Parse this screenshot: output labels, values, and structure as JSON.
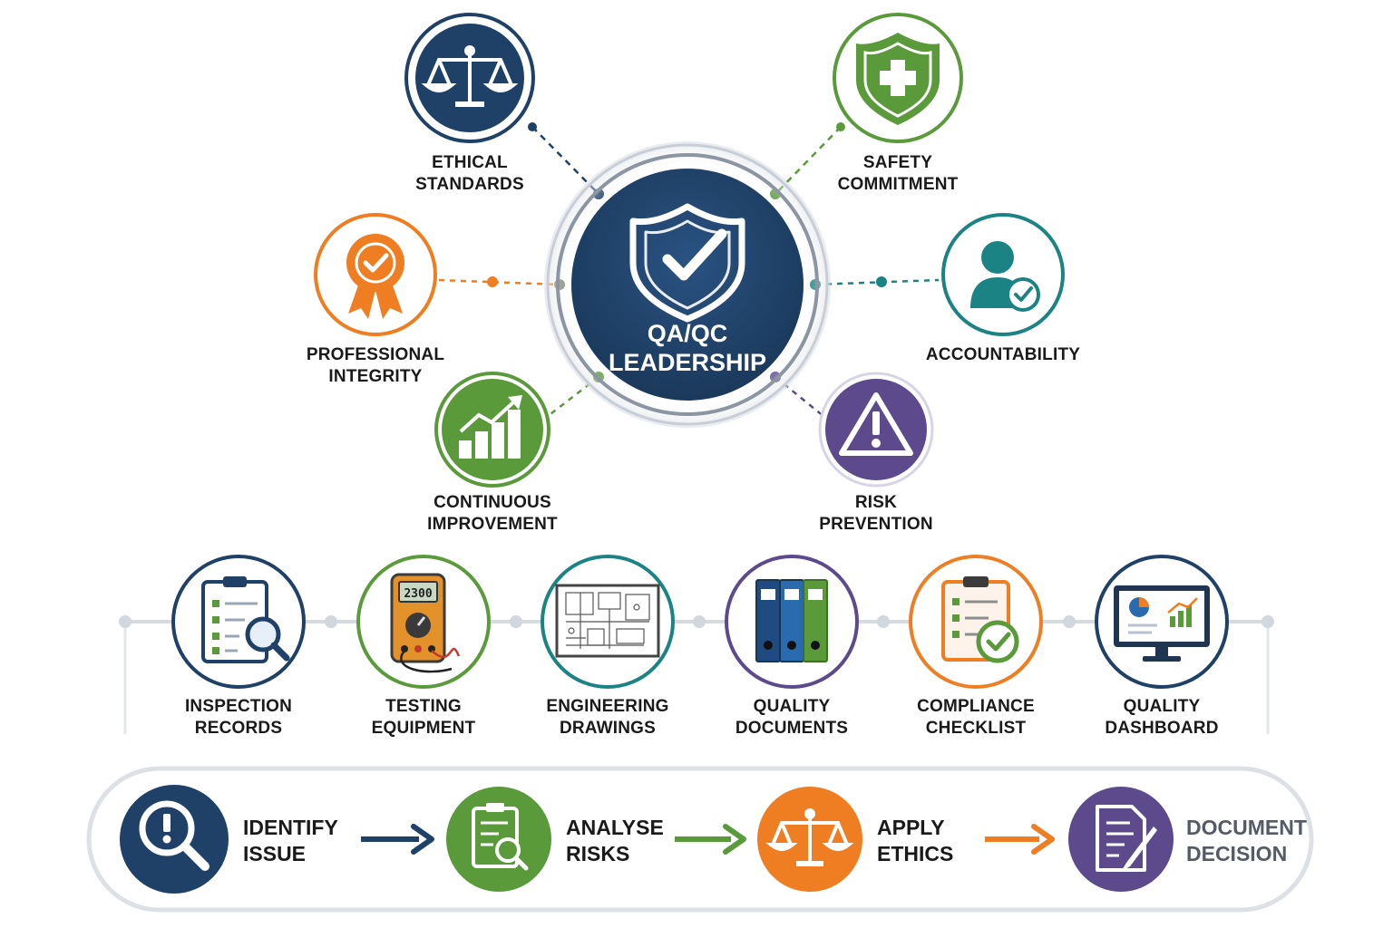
{
  "center": {
    "line1": "QA/QC",
    "line2": "LEADERSHIP",
    "color": "#1f4168"
  },
  "principles": [
    {
      "line1": "ETHICAL",
      "line2": "STANDARDS",
      "color": "#1f4168",
      "icon": "scales-icon"
    },
    {
      "line1": "SAFETY",
      "line2": "COMMITMENT",
      "color": "#5a9a3a",
      "icon": "shield-plus-icon"
    },
    {
      "line1": "PROFESSIONAL",
      "line2": "INTEGRITY",
      "color": "#ef7d22",
      "icon": "award-ribbon-icon"
    },
    {
      "line1": "ACCOUNTABILITY",
      "line2": "",
      "color": "#1c8384",
      "icon": "user-check-icon"
    },
    {
      "line1": "CONTINUOUS",
      "line2": "IMPROVEMENT",
      "color": "#5a9a3a",
      "icon": "growth-chart-icon"
    },
    {
      "line1": "RISK",
      "line2": "PREVENTION",
      "color": "#5c4a8c",
      "icon": "warning-triangle-icon"
    }
  ],
  "tools": [
    {
      "line1": "INSPECTION",
      "line2": "RECORDS",
      "color": "#1f4168",
      "icon": "clipboard-search-icon"
    },
    {
      "line1": "TESTING",
      "line2": "EQUIPMENT",
      "color": "#5a9a3a",
      "icon": "multimeter-icon",
      "reading": "2300"
    },
    {
      "line1": "ENGINEERING",
      "line2": "DRAWINGS",
      "color": "#1c8384",
      "icon": "blueprint-icon"
    },
    {
      "line1": "QUALITY",
      "line2": "DOCUMENTS",
      "color": "#5c4a8c",
      "icon": "binders-icon"
    },
    {
      "line1": "COMPLIANCE",
      "line2": "CHECKLIST",
      "color": "#ef7d22",
      "icon": "checklist-icon"
    },
    {
      "line1": "QUALITY",
      "line2": "DASHBOARD",
      "color": "#1f4168",
      "icon": "dashboard-monitor-icon"
    }
  ],
  "process": [
    {
      "line1": "IDENTIFY",
      "line2": "ISSUE",
      "color": "#1f4168",
      "icon": "search-alert-icon"
    },
    {
      "line1": "ANALYSE",
      "line2": "RISKS",
      "color": "#5a9a3a",
      "icon": "clipboard-search-icon"
    },
    {
      "line1": "APPLY",
      "line2": "ETHICS",
      "color": "#ef7d22",
      "icon": "scales-icon"
    },
    {
      "line1": "DOCUMENT",
      "line2": "DECISION",
      "color": "#5c4a8c",
      "icon": "document-pen-icon"
    }
  ]
}
